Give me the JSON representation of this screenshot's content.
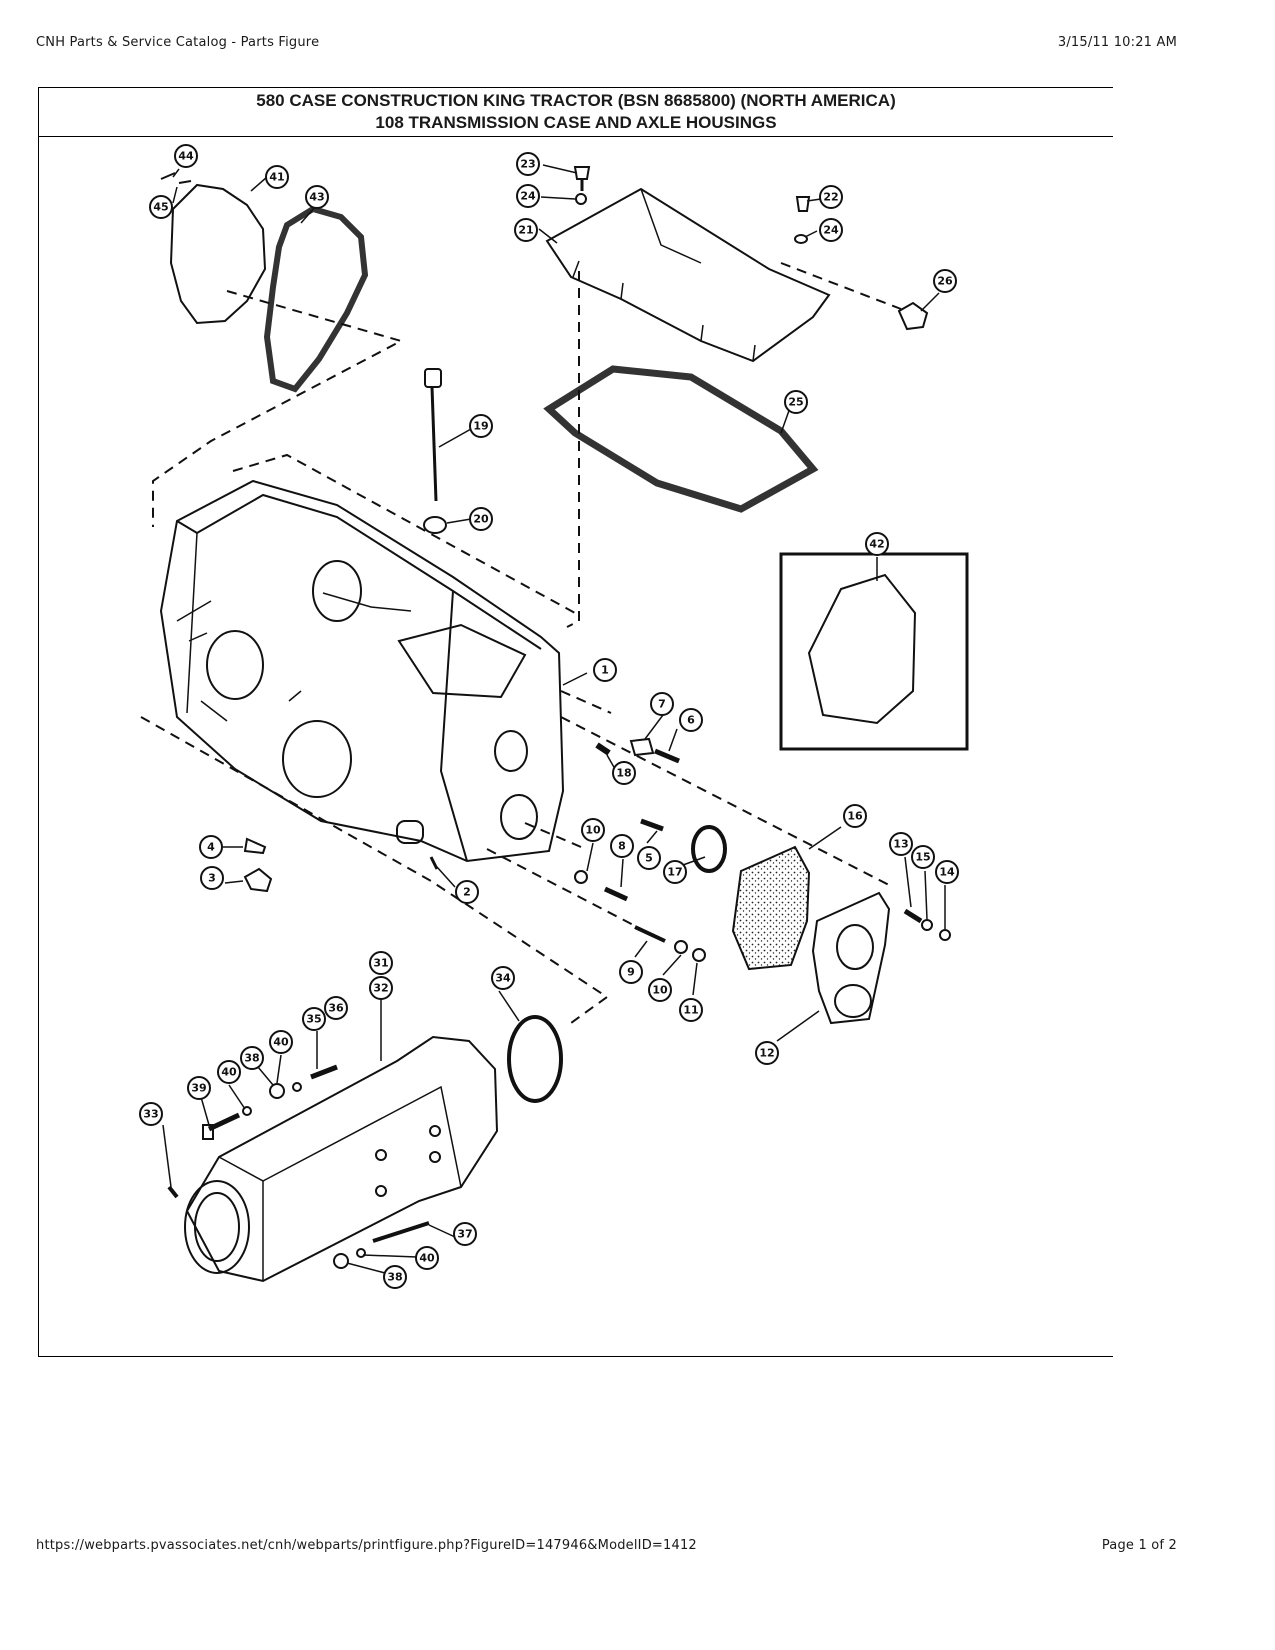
{
  "header": {
    "left": "CNH Parts & Service Catalog - Parts Figure",
    "right": "3/15/11 10:21 AM"
  },
  "figure": {
    "title_line1": "580 CASE CONSTRUCTION KING TRACTOR (BSN 8685800) (NORTH AMERICA)",
    "title_line2": "108 TRANSMISSION CASE AND AXLE HOUSINGS"
  },
  "callouts": {
    "c1": "1",
    "c2": "2",
    "c3": "3",
    "c4": "4",
    "c5": "5",
    "c6": "6",
    "c7": "7",
    "c8": "8",
    "c9": "9",
    "c10a": "10",
    "c10b": "10",
    "c11": "11",
    "c12": "12",
    "c13": "13",
    "c14": "14",
    "c15": "15",
    "c16": "16",
    "c17": "17",
    "c18": "18",
    "c19": "19",
    "c20": "20",
    "c21": "21",
    "c22": "22",
    "c23": "23",
    "c24a": "24",
    "c24b": "24",
    "c25": "25",
    "c26": "26",
    "c31": "31",
    "c32": "32",
    "c33": "33",
    "c34": "34",
    "c35": "35",
    "c36": "36",
    "c37": "37",
    "c38a": "38",
    "c38b": "38",
    "c39": "39",
    "c40a": "40",
    "c40b": "40",
    "c40c": "40",
    "c41": "41",
    "c42": "42",
    "c43": "43",
    "c44": "44",
    "c45": "45"
  },
  "footer": {
    "url": "https://webparts.pvassociates.net/cnh/webparts/printfigure.php?FigureID=147946&ModelID=1412",
    "page": "Page 1 of 2"
  }
}
